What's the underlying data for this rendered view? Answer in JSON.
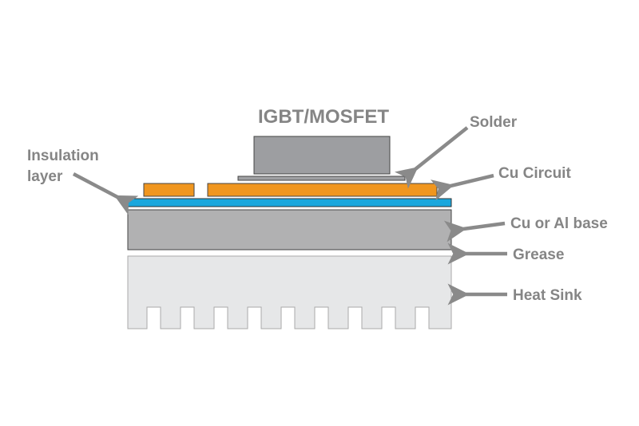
{
  "title": "IGBT/MOSFET",
  "labels": {
    "solder": "Solder",
    "cu_circuit": "Cu Circuit",
    "insulation_line1": "Insulation",
    "insulation_line2": "layer",
    "base": "Cu or Al base",
    "grease": "Grease",
    "heat_sink": "Heat Sink"
  },
  "colors": {
    "chip": "#9d9ea1",
    "solder": "#a0a1a4",
    "cu_circuit": "#f0961f",
    "insulation": "#1aa7dd",
    "base": "#b1b1b2",
    "heat_sink": "#e6e7e8",
    "outline": "#444444",
    "text": "#858585",
    "arrow": "#8a8a8a"
  },
  "heat_sink_fins": 9
}
